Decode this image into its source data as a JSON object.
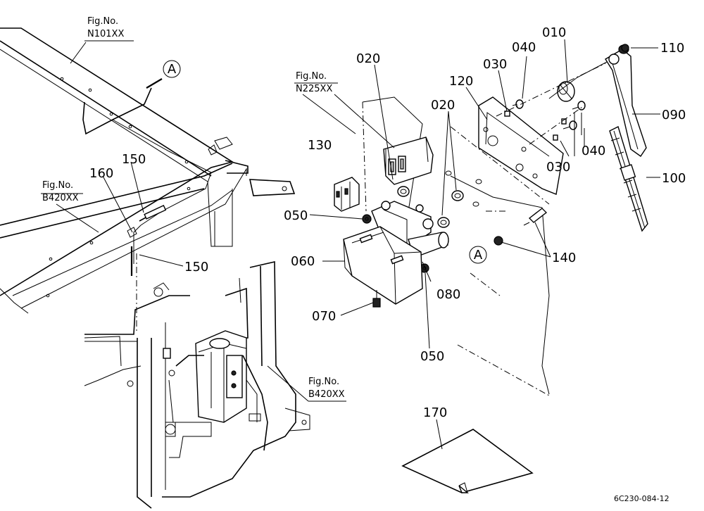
{
  "labels": {
    "p010": "010",
    "p020a": "020",
    "p020b": "020",
    "p030a": "030",
    "p030b": "030",
    "p040a": "040",
    "p040b": "040",
    "p050a": "050",
    "p050b": "050",
    "p060": "060",
    "p070": "070",
    "p080": "080",
    "p090": "090",
    "p100": "100",
    "p110": "110",
    "p120": "120",
    "p130": "130",
    "p140": "140",
    "p150a": "150",
    "p150b": "150",
    "p160": "160",
    "p170": "170"
  },
  "refs": {
    "n101_title": "Fig.No.",
    "n101_code": "N101XX",
    "n225_title": "Fig.No.",
    "n225_code": "N225XX",
    "b420a_title": "Fig.No.",
    "b420a_code": "B420XX",
    "b420b_title": "Fig.No.",
    "b420b_code": "B420XX"
  },
  "markers": {
    "a1": "A",
    "a2": "A"
  },
  "footer": {
    "code": "6C230-084-12"
  }
}
